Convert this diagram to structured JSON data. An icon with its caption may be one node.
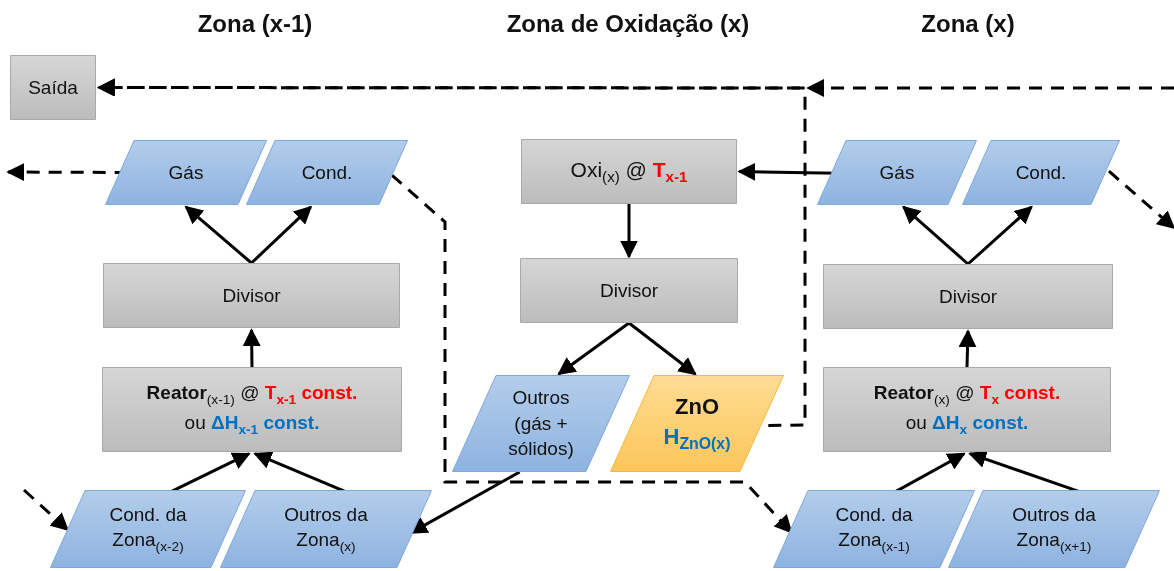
{
  "diagram": {
    "nodes": [
      {
        "text": [
          "Saída"
        ]
      },
      {
        "text": [
          "Gás"
        ]
      },
      {
        "text": [
          "Cond."
        ]
      },
      {
        "text": [
          "Divisor"
        ]
      },
      {
        "text": [
          "**Reator**$_{(x-1)}$ @ **T**$_{x-1}$ **const.**",
          "ou **ΔH**$_{x-1}$ **const.**"
        ]
      },
      {
        "text": [
          "Cond. da Zona$_{(x-2)}$"
        ]
      },
      {
        "text": [
          "Outros da Zona$_{(x)}$"
        ]
      },
      {
        "text": [
          "Oxi$_{(x)}$ @ **T**$_{x-1}$"
        ]
      },
      {
        "text": [
          "Divisor"
        ]
      },
      {
        "text": [
          "Outros (gás + sólidos)"
        ]
      },
      {
        "text": [
          "ZnO",
          "H$_{ZnO(x)}$"
        ]
      },
      {
        "text": [
          "Gás"
        ]
      },
      {
        "text": [
          "Cond."
        ]
      },
      {
        "text": [
          "Divisor"
        ]
      },
      {
        "text": [
          "**Reator**$_{(x)}$ @ **T**$_{x}$ **const.**",
          "ou **ΔH**$_{x}$ **const.**"
        ]
      },
      {
        "text": [
          "Cond. da Zona$_{(x-1)}$"
        ]
      },
      {
        "text": [
          "Outros da Zona$_{(x+1)}$"
        ]
      }
    ],
    "edges": [
      {
        "from": null,
        "to": 0,
        "arrow": "to",
        "style": "dashed"
      },
      {
        "from": 10,
        "to": 0,
        "arrow": "to",
        "style": "dashed"
      },
      {
        "from": 1,
        "to": null,
        "arrow": "to",
        "style": "dashed"
      },
      {
        "from": 2,
        "to": 15,
        "arrow": "to",
        "style": "dashed"
      },
      {
        "from": 3,
        "to": 1,
        "arrow": "to"
      },
      {
        "from": 3,
        "to": 2,
        "arrow": "to"
      },
      {
        "from": 4,
        "to": 3,
        "arrow": "to"
      },
      {
        "from": null,
        "to": 5,
        "arrow": "to",
        "style": "dashed"
      },
      {
        "from": 5,
        "to": 4,
        "arrow": "to"
      },
      {
        "from": 6,
        "to": 4,
        "arrow": "to"
      },
      {
        "from": 11,
        "to": 7,
        "arrow": "to"
      },
      {
        "from": 7,
        "to": 8,
        "arrow": "to"
      },
      {
        "from": 8,
        "to": 9,
        "arrow": "to"
      },
      {
        "from": 8,
        "to": 10,
        "arrow": "to"
      },
      {
        "from": 9,
        "to": 6,
        "arrow": "to"
      },
      {
        "from": 12,
        "to": null,
        "arrow": "to",
        "style": "dashed"
      },
      {
        "from": 13,
        "to": 11,
        "arrow": "to"
      },
      {
        "from": 13,
        "to": 12,
        "arrow": "to"
      },
      {
        "from": 14,
        "to": 13,
        "arrow": "to"
      },
      {
        "from": 15,
        "to": 14,
        "arrow": "to"
      },
      {
        "from": 16,
        "to": 14,
        "arrow": "to"
      }
    ],
    "labels": [
      "Zona (x-1)",
      "Zona de Oxidação (x)",
      "Zona (x)"
    ]
  }
}
